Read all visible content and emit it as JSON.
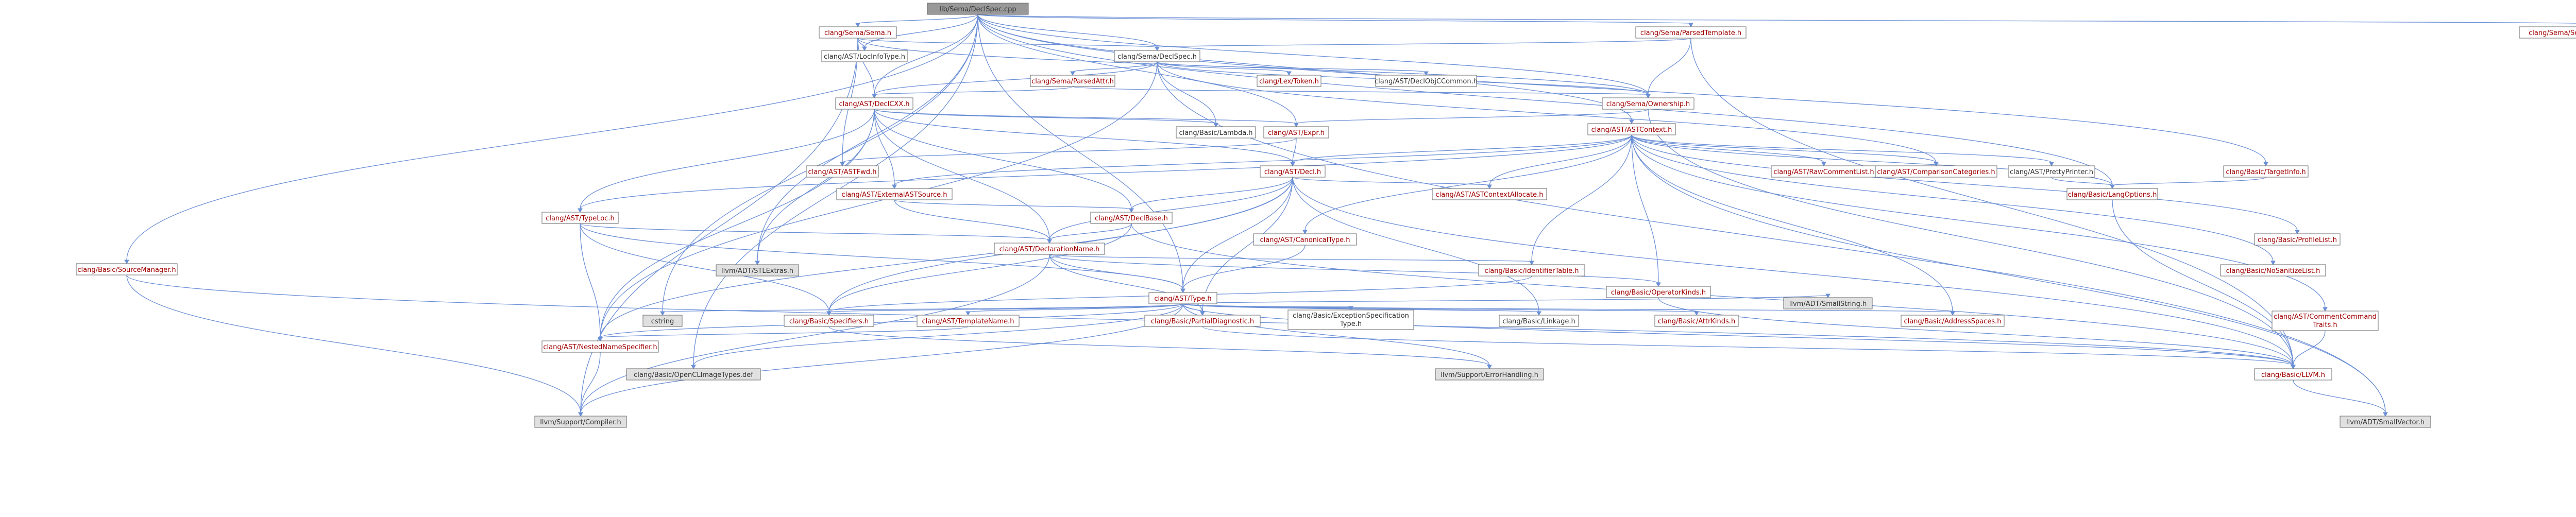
{
  "diagram": {
    "root": "lib/Sema/DeclSpec.cpp",
    "colors": {
      "edge": "#6b8fd6",
      "red_label": "#a00000",
      "dark_label": "#333333",
      "root_fill": "#999999",
      "grey_fill": "#e0e0e0",
      "white_fill": "#ffffff"
    },
    "nodes": [
      {
        "id": "root",
        "label": "lib/Sema/DeclSpec.cpp",
        "kind": "root"
      },
      {
        "id": "sema",
        "label": "clang/Sema/Sema.h",
        "kind": "red"
      },
      {
        "id": "parsedtemplate",
        "label": "clang/Sema/ParsedTemplate.h",
        "kind": "red"
      },
      {
        "id": "semadiag",
        "label": "clang/Sema/SemaDiagnostic.h",
        "kind": "red"
      },
      {
        "id": "typelocinfo",
        "label": "clang/AST/LocInfoType.h",
        "kind": "dark"
      },
      {
        "id": "declspec",
        "label": "clang/Sema/DeclSpec.h",
        "kind": "dark"
      },
      {
        "id": "parsedattr",
        "label": "clang/Sema/ParsedAttr.h",
        "kind": "red"
      },
      {
        "id": "token",
        "label": "clang/Lex/Token.h",
        "kind": "red"
      },
      {
        "id": "declobjccommon",
        "label": "clang/AST/DeclObjCCommon.h",
        "kind": "dark"
      },
      {
        "id": "declcxx",
        "label": "clang/AST/DeclCXX.h",
        "kind": "red"
      },
      {
        "id": "ownership",
        "label": "clang/Sema/Ownership.h",
        "kind": "red"
      },
      {
        "id": "lambda",
        "label": "clang/Basic/Lambda.h",
        "kind": "dark"
      },
      {
        "id": "expr",
        "label": "clang/AST/Expr.h",
        "kind": "red"
      },
      {
        "id": "astcontext",
        "label": "clang/AST/ASTContext.h",
        "kind": "red"
      },
      {
        "id": "sourcemanager",
        "label": "clang/Basic/SourceManager.h",
        "kind": "red"
      },
      {
        "id": "astfwd",
        "label": "clang/AST/ASTFwd.h",
        "kind": "red"
      },
      {
        "id": "decl",
        "label": "clang/AST/Decl.h",
        "kind": "red"
      },
      {
        "id": "rawcomment",
        "label": "clang/AST/RawCommentList.h",
        "kind": "red"
      },
      {
        "id": "compcat",
        "label": "clang/AST/ComparisonCategories.h",
        "kind": "red"
      },
      {
        "id": "prettyprinter",
        "label": "clang/AST/PrettyPrinter.h",
        "kind": "dark"
      },
      {
        "id": "targetinfo",
        "label": "clang/Basic/TargetInfo.h",
        "kind": "red"
      },
      {
        "id": "externalastsource",
        "label": "clang/AST/ExternalASTSource.h",
        "kind": "red"
      },
      {
        "id": "astctxalloc",
        "label": "clang/AST/ASTContextAllocate.h",
        "kind": "red"
      },
      {
        "id": "langopts",
        "label": "clang/Basic/LangOptions.h",
        "kind": "red"
      },
      {
        "id": "typeloc",
        "label": "clang/AST/TypeLoc.h",
        "kind": "red"
      },
      {
        "id": "declbase",
        "label": "clang/AST/DeclBase.h",
        "kind": "red"
      },
      {
        "id": "canonicaltype",
        "label": "clang/AST/CanonicalType.h",
        "kind": "red"
      },
      {
        "id": "profilelist",
        "label": "clang/Basic/ProfileList.h",
        "kind": "red"
      },
      {
        "id": "nosanitize",
        "label": "clang/Basic/NoSanitizeList.h",
        "kind": "red"
      },
      {
        "id": "declname",
        "label": "clang/AST/DeclarationName.h",
        "kind": "red"
      },
      {
        "id": "identtable",
        "label": "clang/Basic/IdentifierTable.h",
        "kind": "red"
      },
      {
        "id": "opkinds",
        "label": "clang/Basic/OperatorKinds.h",
        "kind": "red"
      },
      {
        "id": "stlextras",
        "label": "llvm/ADT/STLExtras.h",
        "kind": "grey"
      },
      {
        "id": "type",
        "label": "clang/AST/Type.h",
        "kind": "red"
      },
      {
        "id": "cstring",
        "label": "cstring",
        "kind": "grey"
      },
      {
        "id": "specifiers",
        "label": "clang/Basic/Specifiers.h",
        "kind": "red"
      },
      {
        "id": "templatename",
        "label": "clang/AST/TemplateName.h",
        "kind": "red"
      },
      {
        "id": "partialdiag",
        "label": "clang/Basic/PartialDiagnostic.h",
        "kind": "red"
      },
      {
        "id": "exceptspec",
        "label": "clang/Basic/ExceptionSpecification\nType.h",
        "kind": "dark"
      },
      {
        "id": "linkage",
        "label": "clang/Basic/Linkage.h",
        "kind": "dark"
      },
      {
        "id": "attrkinds",
        "label": "clang/Basic/AttrKinds.h",
        "kind": "red"
      },
      {
        "id": "smallstring",
        "label": "llvm/ADT/SmallString.h",
        "kind": "grey"
      },
      {
        "id": "addrspaces",
        "label": "clang/Basic/AddressSpaces.h",
        "kind": "red"
      },
      {
        "id": "commentcmd",
        "label": "clang/AST/CommentCommand\nTraits.h",
        "kind": "red"
      },
      {
        "id": "nns",
        "label": "clang/AST/NestedNameSpecifier.h",
        "kind": "red"
      },
      {
        "id": "openclimg",
        "label": "clang/Basic/OpenCLImageTypes.def",
        "kind": "grey"
      },
      {
        "id": "errorhandling",
        "label": "llvm/Support/ErrorHandling.h",
        "kind": "grey"
      },
      {
        "id": "llvmh",
        "label": "clang/Basic/LLVM.h",
        "kind": "red"
      },
      {
        "id": "compiler",
        "label": "llvm/Support/Compiler.h",
        "kind": "grey"
      },
      {
        "id": "smallvector",
        "label": "llvm/ADT/SmallVector.h",
        "kind": "grey"
      }
    ]
  }
}
